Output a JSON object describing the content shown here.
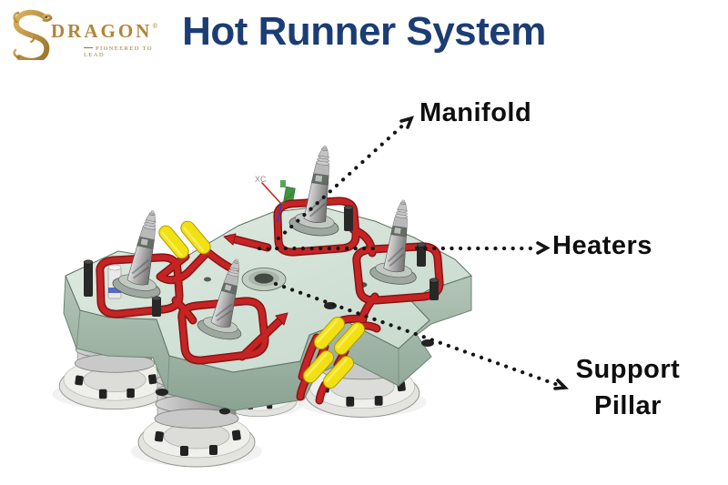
{
  "logo": {
    "brand": "DRAGON",
    "registered": "®",
    "tagline": "PIONEERED TO LEAD"
  },
  "title": "Hot Runner System",
  "callouts": {
    "manifold": "Manifold",
    "heaters": "Heaters",
    "support_line1": "Support",
    "support_line2": "Pillar"
  },
  "model": {
    "axes_label": "XC"
  },
  "colors": {
    "title_navy": "#1c3d74",
    "label_black": "#0e0e0e",
    "logo_gold": "#b2853c",
    "plate_green": "#d2e0d4",
    "plate_side_green": "#9cb3a2",
    "runner_red": "#c62424",
    "heater_yellow": "#f2e112",
    "metal_grey": "#b5b5b5",
    "pin_black": "#282828",
    "callout_dot_black": "#161616"
  }
}
